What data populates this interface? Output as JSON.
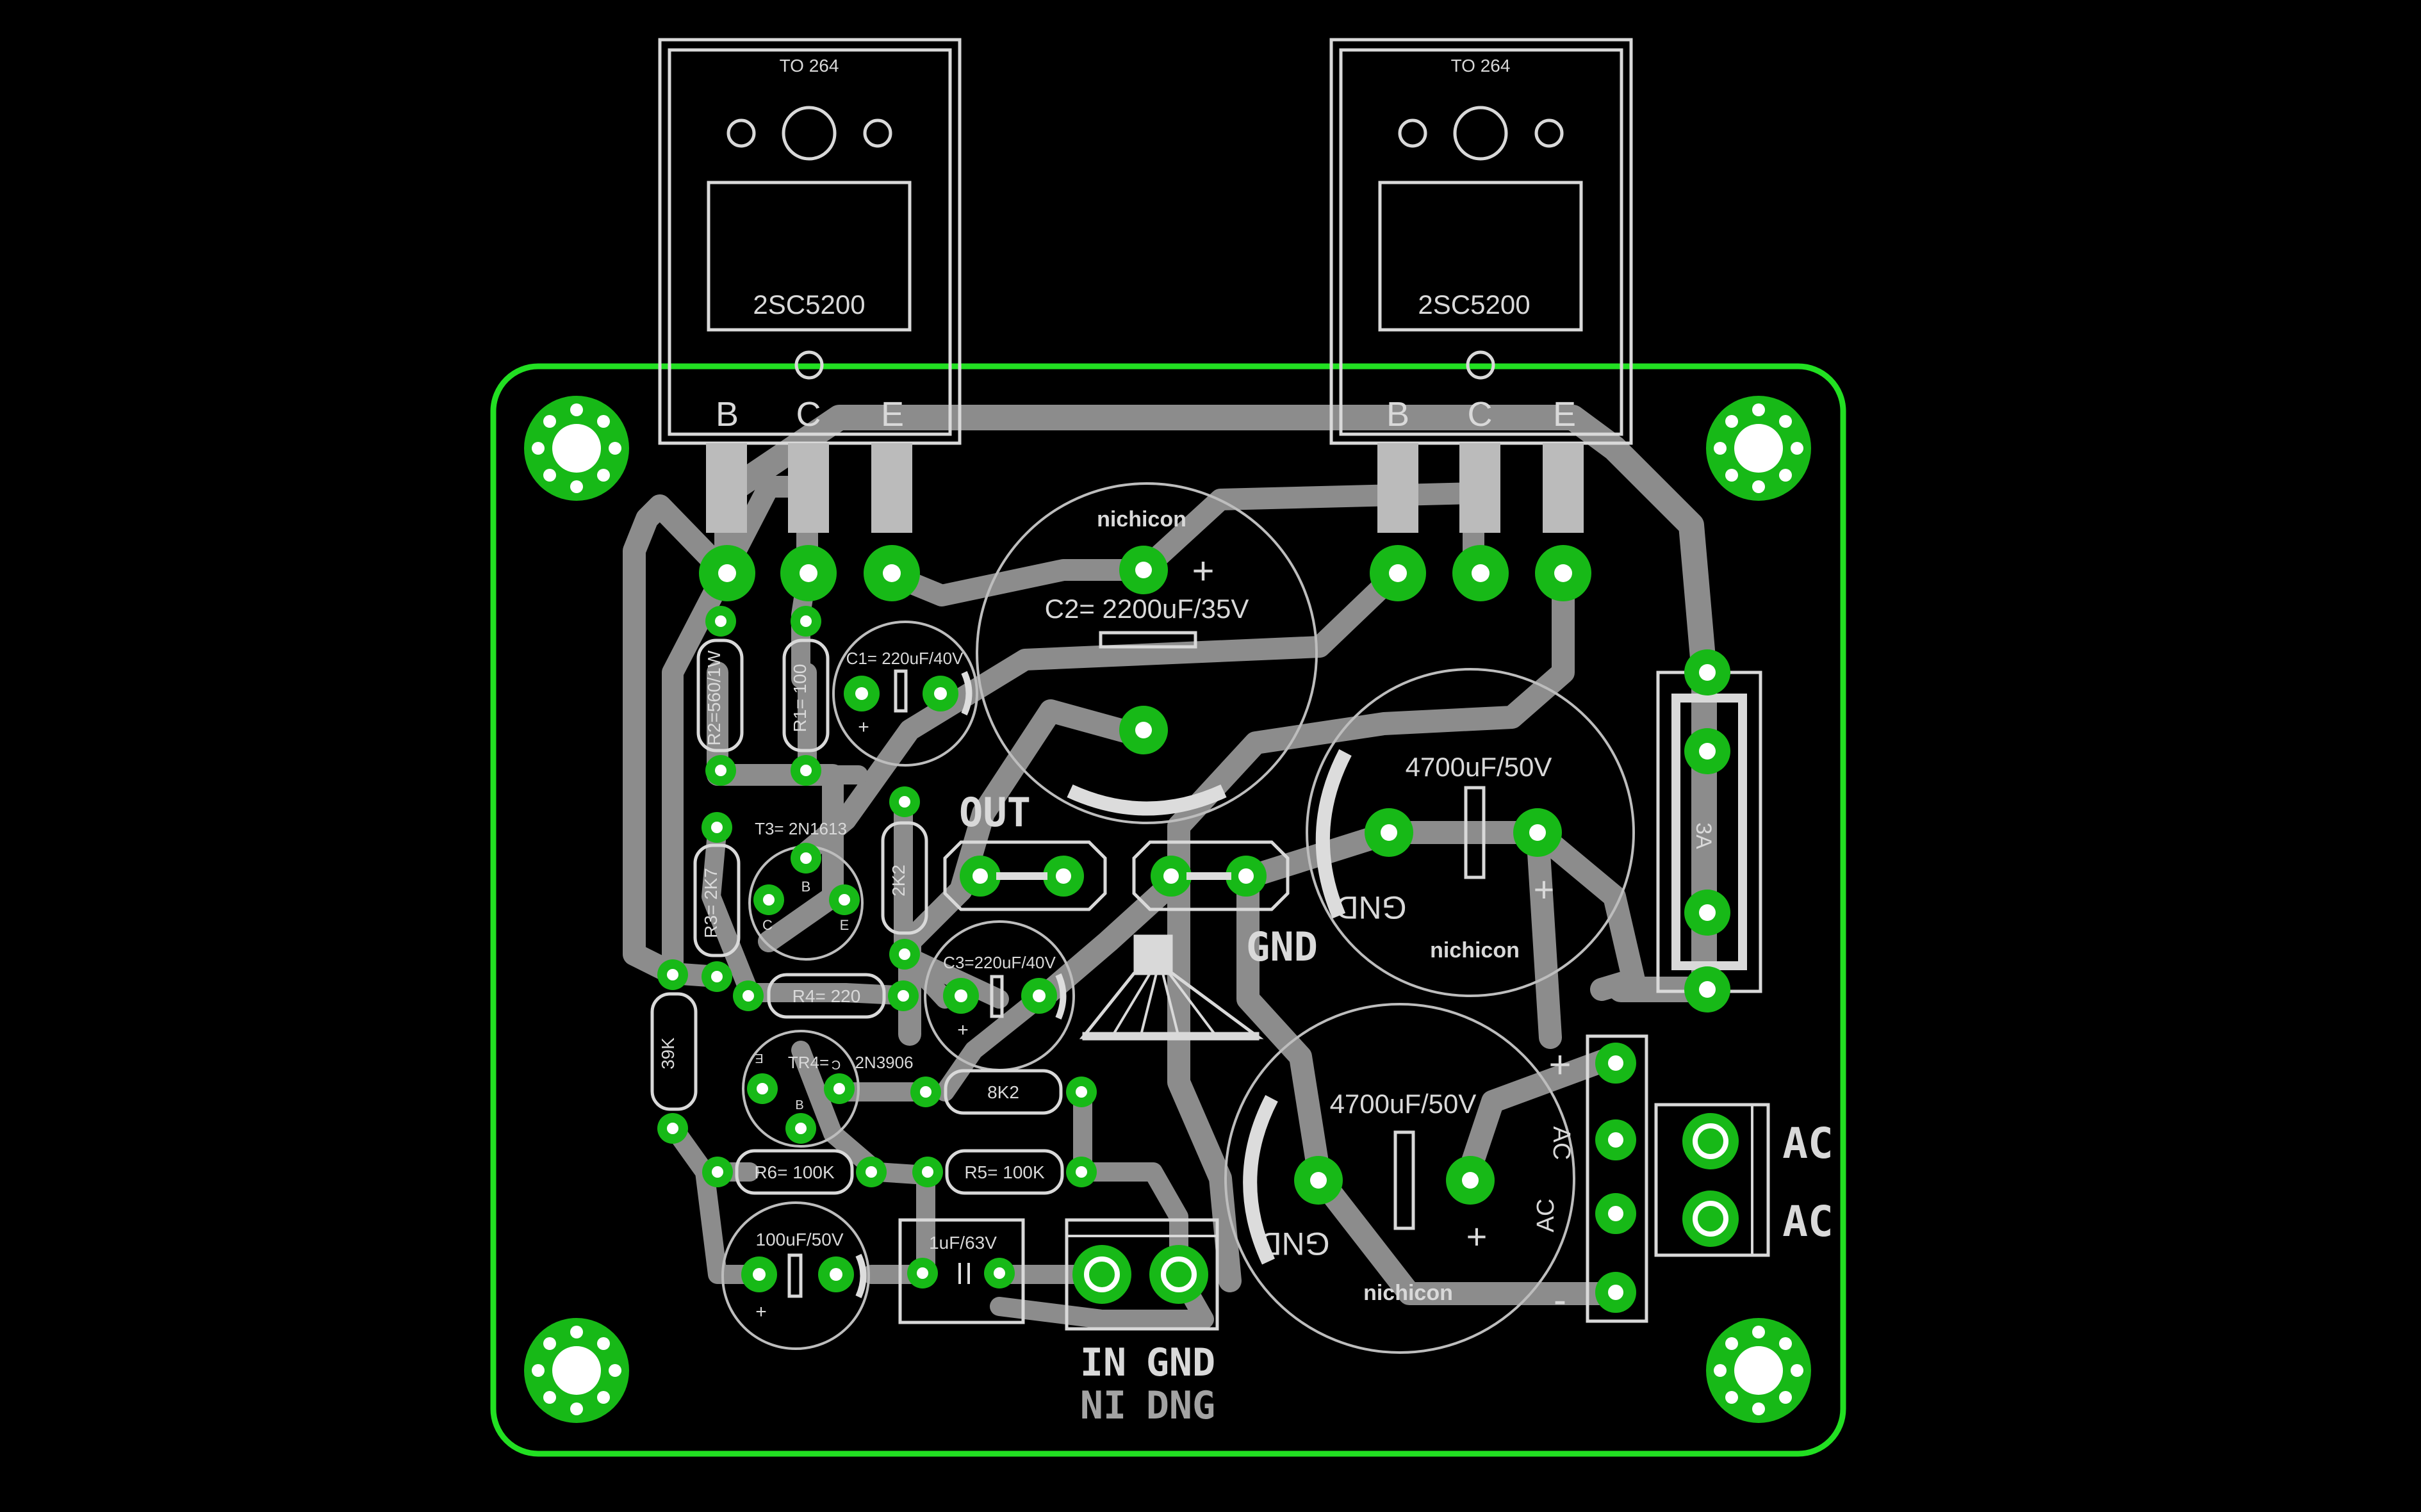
{
  "colors": {
    "background": "#000000",
    "outline": "#22e022",
    "copper": "#8c8c8c",
    "pad": "#17b917",
    "silkscreen": "#d9d9d9"
  },
  "transistors": {
    "q1": {
      "package": "TO 264",
      "part": "2SC5200",
      "pins": [
        "B",
        "C",
        "E"
      ]
    },
    "q2": {
      "package": "TO 264",
      "part": "2SC5200",
      "pins": [
        "B",
        "C",
        "E"
      ]
    }
  },
  "capacitors": {
    "c2": {
      "label": "C2= 2200uF/35V",
      "brand": "nichicon"
    },
    "c1": {
      "label": "C1= 220uF/40V"
    },
    "c3": {
      "label": "C3=220uF/40V"
    },
    "c_main1": {
      "label": "4700uF/50V",
      "brand": "nichicon",
      "gnd": "GND"
    },
    "c_main2": {
      "label": "4700uF/50V",
      "brand": "nichicon",
      "gnd": "GND"
    },
    "c_in": {
      "label": "100uF/50V"
    },
    "c_film": {
      "label": "1uF/63V"
    }
  },
  "resistors": {
    "r1": "R1= 100",
    "r2": "R2=560/1W",
    "r3": "R3= 2K7",
    "r4": "R4= 220",
    "r5": "R5= 100K",
    "r6": "R6= 100K",
    "r_2k2": "2K2",
    "r_8k2": "8K2",
    "r_39k": "39K"
  },
  "small_transistors": {
    "t3": {
      "label": "T3= 2N1613",
      "pins": [
        "C",
        "B",
        "E"
      ]
    },
    "tr4": {
      "label": "TR4=",
      "part": "2N3906",
      "pins": [
        "E",
        "C",
        "B"
      ]
    }
  },
  "fuse": {
    "label": "3A"
  },
  "connectors": {
    "out": "OUT",
    "speaker_gnd": "GND",
    "in": "IN",
    "in_gnd": "GND",
    "in_mirror": "NI",
    "gnd_mirror": "DNG",
    "ac1": "AC",
    "ac2": "AC",
    "ac_vertical1": "AC",
    "ac_vertical2": "AC"
  },
  "supply": {
    "plus": "+",
    "minus": "-"
  }
}
